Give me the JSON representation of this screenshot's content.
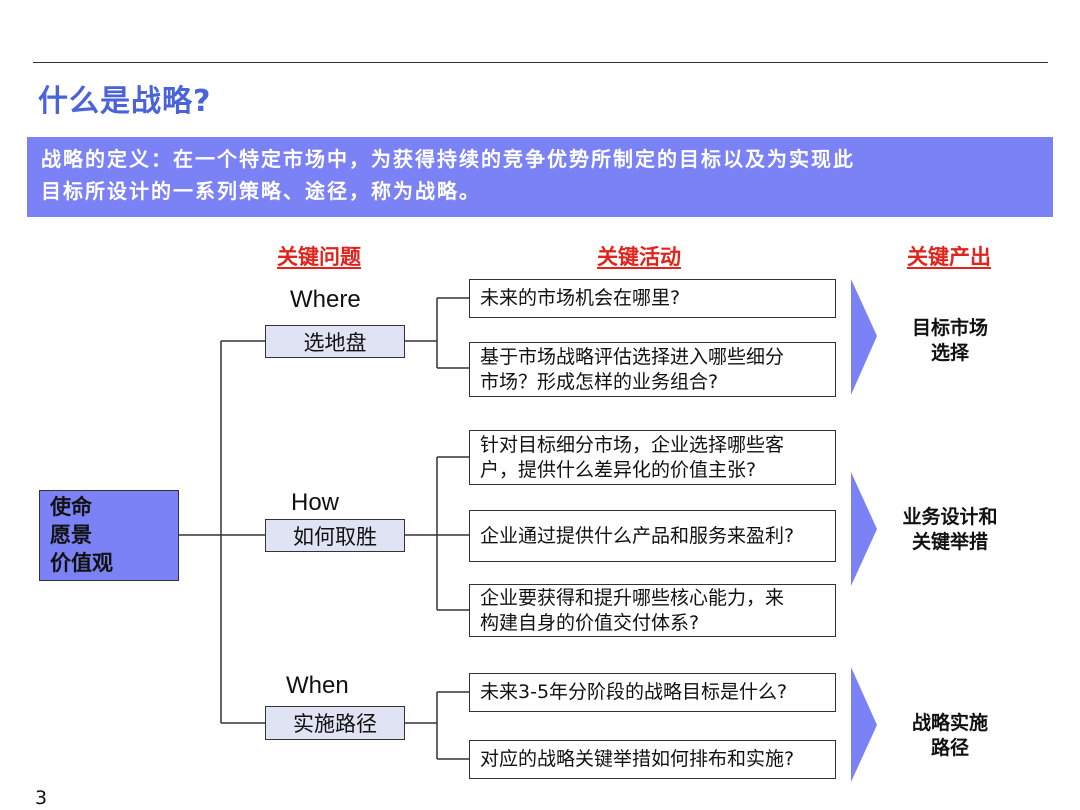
{
  "title": "什么是战略?",
  "definition": {
    "line1": "战略的定义：在一个特定市场中，为获得持续的竞争优势所制定的目标以及为实现此",
    "line2": "目标所设计的一系列策略、途径，称为战略。"
  },
  "headers": {
    "questions": "关键问题",
    "activities": "关键活动",
    "outputs": "关键产出"
  },
  "root": {
    "line1": "使命",
    "line2": "愿景",
    "line3": "价值观"
  },
  "groups": [
    {
      "word": "Where",
      "question": "选地盘",
      "activities": [
        {
          "line1": "未来的市场机会在哪里?",
          "line2": ""
        },
        {
          "line1": "基于市场战略评估选择进入哪些细分",
          "line2": "市场？形成怎样的业务组合?"
        }
      ],
      "output": {
        "line1": "目标市场",
        "line2": "选择"
      }
    },
    {
      "word": "How",
      "question": "如何取胜",
      "activities": [
        {
          "line1": "针对目标细分市场，企业选择哪些客",
          "line2": "户，提供什么差异化的价值主张?"
        },
        {
          "line1": "企业通过提供什么产品和服务来盈利?",
          "line2": ""
        },
        {
          "line1": "企业要获得和提升哪些核心能力，来",
          "line2": "构建自身的价值交付体系?"
        }
      ],
      "output": {
        "line1": "业务设计和",
        "line2": "关键举措"
      }
    },
    {
      "word": "When",
      "question": "实施路径",
      "activities": [
        {
          "line1": "未来3-5年分阶段的战略目标是什么?",
          "line2": ""
        },
        {
          "line1": "对应的战略关键举措如何排布和实施?",
          "line2": ""
        }
      ],
      "output": {
        "line1": "战略实施",
        "line2": "路径"
      }
    }
  ],
  "page_number": "3",
  "colors": {
    "title": "#4a63d8",
    "accent": "#7b82f5",
    "header_red": "#e0241c",
    "question_fill": "#dfe3f3"
  }
}
